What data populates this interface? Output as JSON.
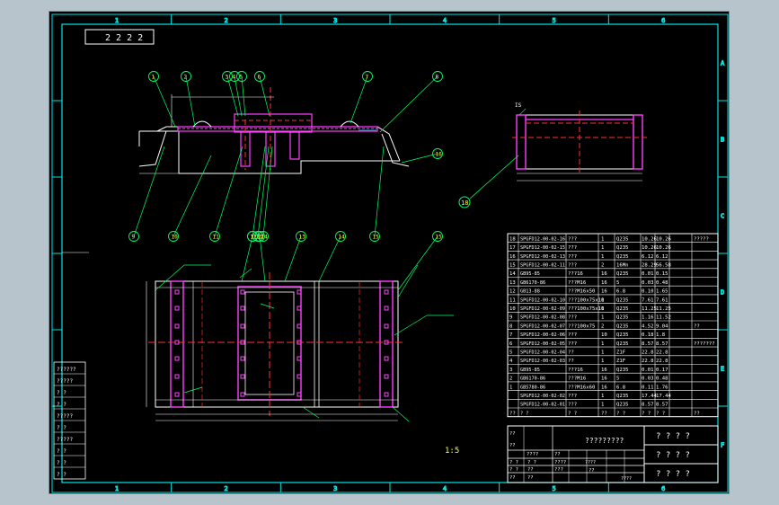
{
  "colors": {
    "background": "#000000",
    "frame": "#00e5e5",
    "body": "#ffffff",
    "part": "#ff40ff",
    "centerline": "#ff3030",
    "leader": "#00ff66",
    "label": "#ffff40",
    "dim": "#00d0ff"
  },
  "border": {
    "columns": [
      "1",
      "2",
      "3",
      "4",
      "5",
      "6"
    ],
    "rows": [
      "A",
      "B",
      "C",
      "D",
      "E",
      "F"
    ]
  },
  "corner_stamp": "2 2 2 2",
  "balloons_top": [
    "1",
    "2",
    "3",
    "4",
    "5",
    "6",
    "7",
    "8"
  ],
  "balloons_mid": [
    "9",
    "10",
    "11",
    "12",
    "13",
    "14",
    "15",
    "16"
  ],
  "balloons_plan": [
    "11",
    "12",
    "13",
    "14",
    "15"
  ],
  "side_view_balloon": "18",
  "scale_note": "1:5",
  "revision_block": [
    "??????",
    "?????",
    "? ?",
    "? ?",
    "?????",
    "? ?",
    "?????",
    "? ?",
    "? ?",
    "? ?"
  ],
  "bom": {
    "rows": [
      [
        "18",
        "SPGFD12-00-02-16",
        "???",
        "1",
        "Q235",
        "10.26",
        "10.26",
        "?????"
      ],
      [
        "17",
        "SPGFD12-00-02-15",
        "???",
        "1",
        "Q235",
        "10.26",
        "10.26",
        ""
      ],
      [
        "16",
        "SPGFD12-00-02-13",
        "???",
        "1",
        "Q235",
        "6.12",
        "6.12",
        ""
      ],
      [
        "15",
        "SPGFD12-00-02-11",
        "???",
        "2",
        "16Mn",
        "28.29",
        "56.58",
        ""
      ],
      [
        "14",
        "GB95-85",
        "???16",
        "16",
        "Q235",
        "0.01",
        "0.15",
        ""
      ],
      [
        "13",
        "GB6170-86",
        "???M16",
        "16",
        "5",
        "0.03",
        "0.48",
        ""
      ],
      [
        "12",
        "GB13-88",
        "???M16x50",
        "16",
        "6.8",
        "0.10",
        "1.65",
        ""
      ],
      [
        "11",
        "SPGFD12-00-02-10",
        "???100x75x10",
        "1",
        "Q235",
        "7.61",
        "7.61",
        ""
      ],
      [
        "10",
        "SPGFD12-00-02-09",
        "???100x75x10",
        "1",
        "Q235",
        "11.25",
        "11.25",
        ""
      ],
      [
        "9",
        "SPGFD12-00-02-08",
        "???",
        "1",
        "Q235",
        "1.16",
        "11.52",
        ""
      ],
      [
        "8",
        "SPGFD12-00-02-07",
        "???100x75",
        "2",
        "Q235",
        "4.52",
        "9.04",
        "??"
      ],
      [
        "7",
        "SPGFD12-00-02-06",
        "???",
        "10",
        "Q235",
        "0.18",
        "1.8",
        ""
      ],
      [
        "6",
        "SPGFD12-00-02-05",
        "???",
        "1",
        "Q235",
        "8.57",
        "8.57",
        "???????"
      ],
      [
        "5",
        "SPGFD12-00-02-04",
        "??",
        "1",
        "Z1F",
        "22.8",
        "22.8",
        ""
      ],
      [
        "4",
        "SPGFD12-00-02-03",
        "??",
        "1",
        "Z1F",
        "22.8",
        "22.8",
        ""
      ],
      [
        "3",
        "GB95-85",
        "???16",
        "16",
        "Q235",
        "0.01",
        "0.17",
        ""
      ],
      [
        "2",
        "GB6170-86",
        "???M16",
        "16",
        "5",
        "0.03",
        "0.48",
        ""
      ],
      [
        "1",
        "GB5780-86",
        "???M16x60",
        "16",
        "6.8",
        "0.11",
        "1.76",
        ""
      ],
      [
        "",
        "SPGFD12-00-02-02",
        "???",
        "1",
        "Q235",
        "17.44",
        "17.44",
        ""
      ],
      [
        "",
        "SPGFD12-00-02-01",
        "???",
        "1",
        "Q235",
        "8.57",
        "8.57",
        ""
      ]
    ],
    "header": [
      "??",
      "? ?",
      "? ?",
      "??",
      "? ?",
      "? ?",
      "? ?",
      "??"
    ]
  },
  "title_block": {
    "drawing_name": "?????????",
    "right_top": "? ? ? ?",
    "right_mid": "? ? ? ?",
    "right_bot": "? ? ? ?",
    "cells": [
      "??",
      "??",
      "????",
      "??",
      "? ?",
      "? ?",
      "????",
      "??",
      "? ?",
      "??",
      "???",
      "??",
      "??"
    ],
    "sheet": "????",
    "sheet_count": "????"
  }
}
